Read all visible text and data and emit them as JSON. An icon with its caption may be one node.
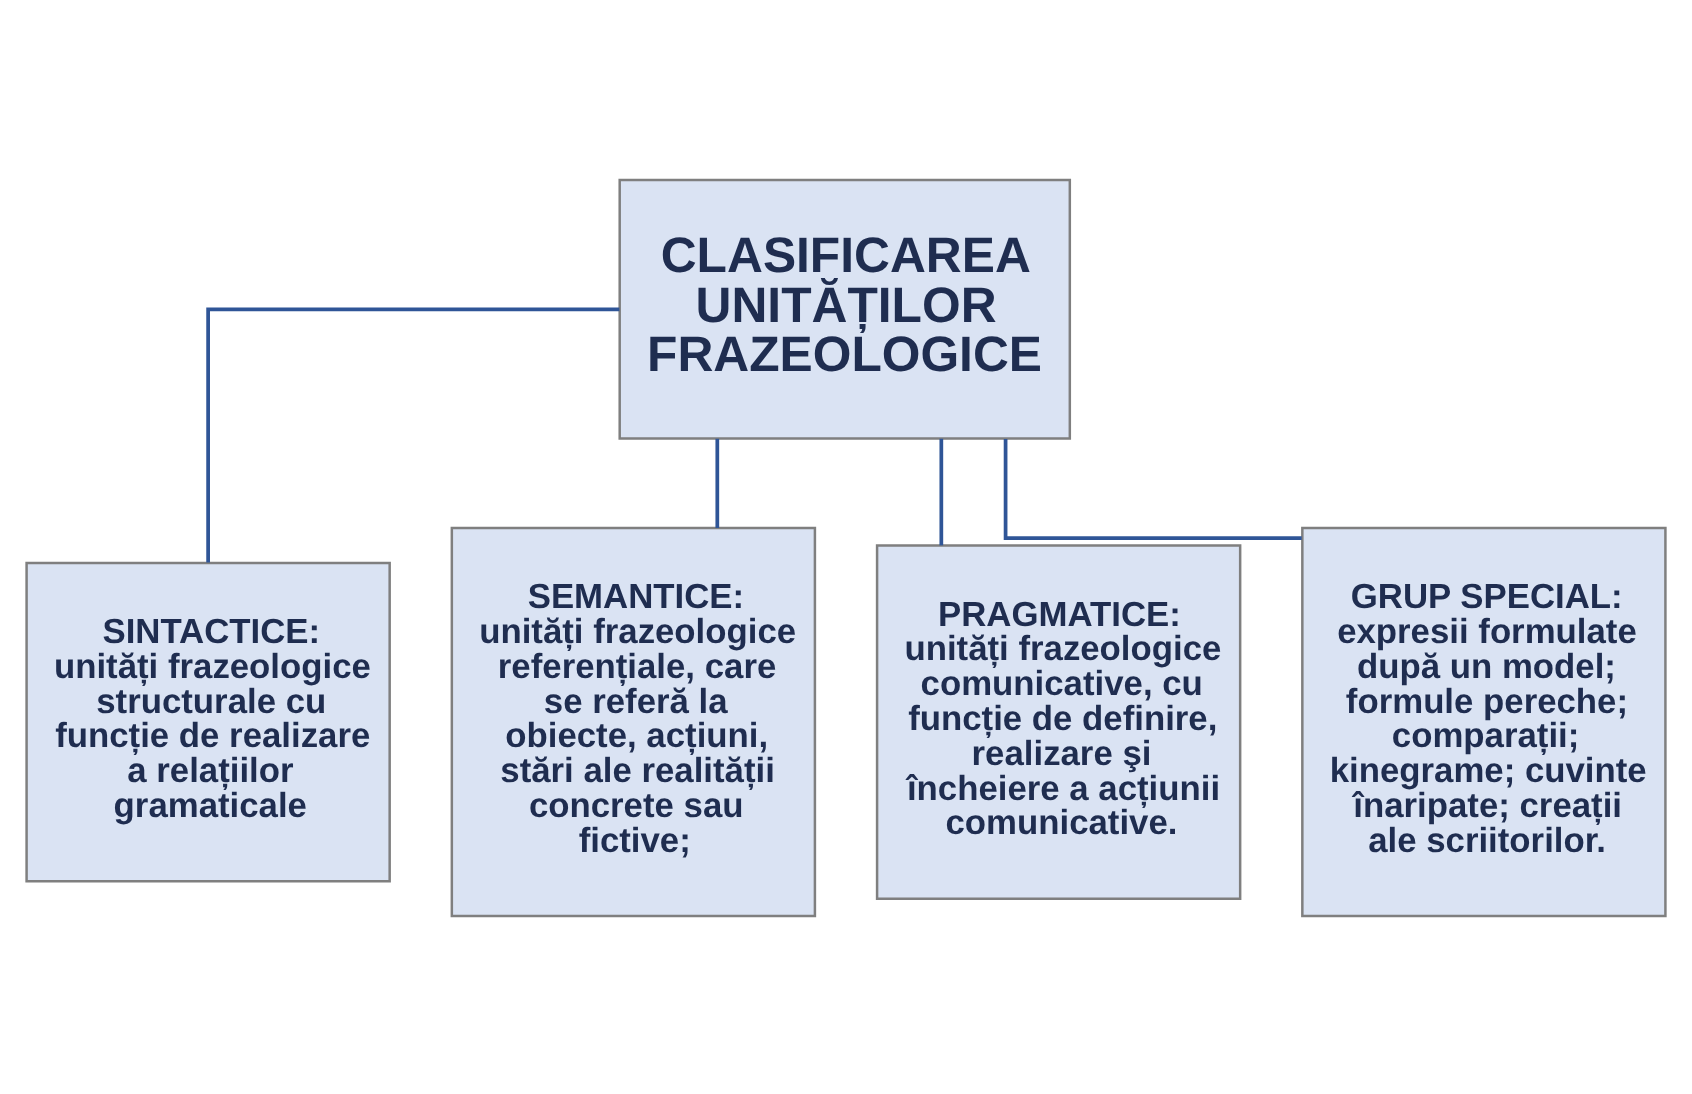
{
  "diagram": {
    "nodes": [
      {
        "text": [
          "CLASIFICAREA UNITĂȚILOR FRAZEOLOGICE"
        ]
      },
      {
        "text": [
          "SINTACTICE:",
          "unități frazeologice structurale cu funcție de realizare a relațiilor gramaticale"
        ]
      },
      {
        "text": [
          "SEMANTICE:",
          "unități frazeologice referențiale, care se referă la obiecte, acțiuni, stări ale realității concrete sau fictive;"
        ]
      },
      {
        "text": [
          "PRAGMATICE:",
          "unități frazeologice comunicative, cu funcție de definire, realizare şi încheiere a acțiunii comunicative."
        ]
      },
      {
        "text": [
          "GRUP SPECIAL:",
          "expresii formulate după un model; formule pereche; comparații; kinegrame; cuvinte înaripate; creații ale scriitorilor."
        ]
      }
    ],
    "edges": [
      {
        "from": 0,
        "to": 1,
        "arrow": "none"
      },
      {
        "from": 0,
        "to": 2,
        "arrow": "none"
      },
      {
        "from": 0,
        "to": 3,
        "arrow": "none"
      },
      {
        "from": 0,
        "to": 4,
        "arrow": "none"
      }
    ]
  }
}
